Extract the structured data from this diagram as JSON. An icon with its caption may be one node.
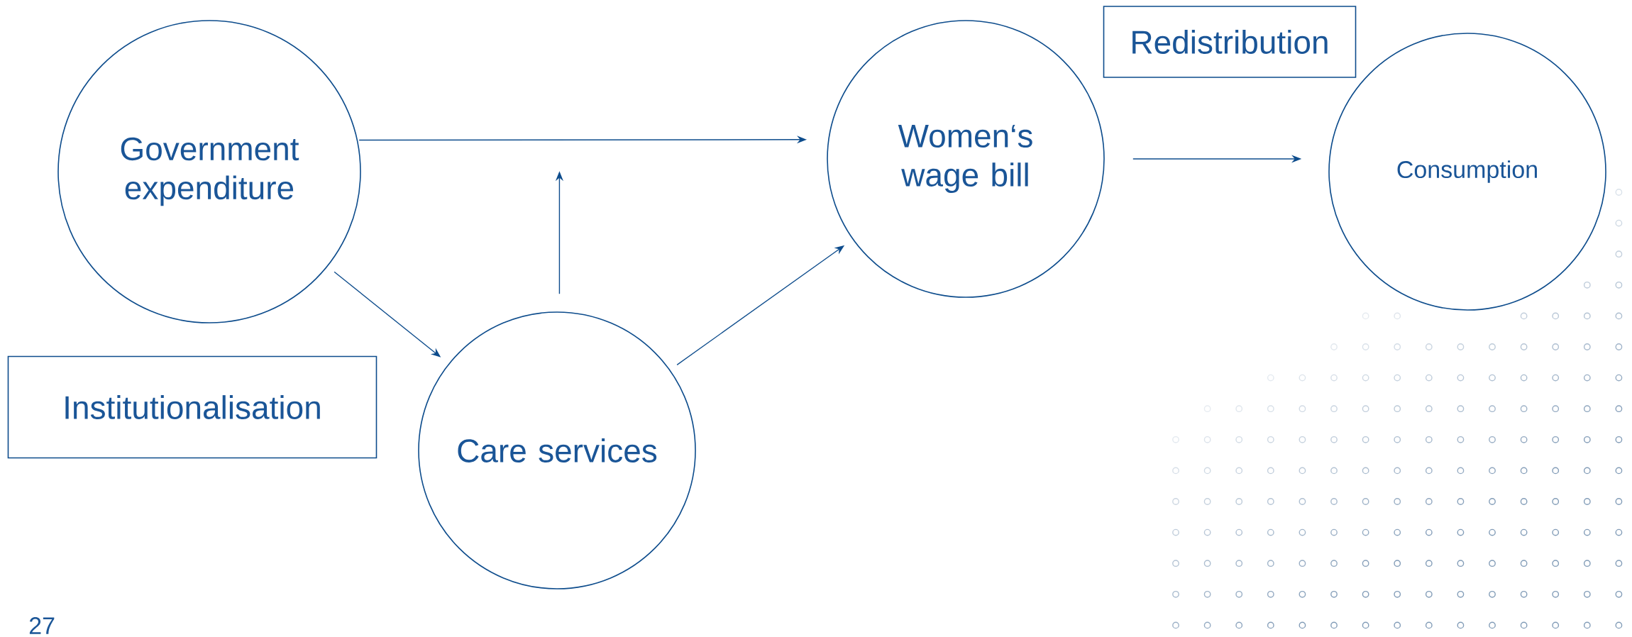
{
  "diagram": {
    "nodes": [
      {
        "text": [
          "Government expenditure"
        ]
      },
      {
        "text": [
          "Women‘s wage bill"
        ]
      },
      {
        "text": [
          "Redistribution"
        ]
      },
      {
        "text": [
          "Consumption"
        ]
      },
      {
        "text": [
          "Institutionalisation"
        ]
      },
      {
        "text": [
          "Care services"
        ]
      }
    ],
    "edges": [
      {
        "from": 0,
        "to": 1,
        "arrow": "to"
      },
      {
        "from": 0,
        "to": 5,
        "arrow": "to"
      },
      {
        "from": 5,
        "to": 1,
        "arrow": "to"
      },
      {
        "from": 5,
        "to": null,
        "arrow": "to"
      },
      {
        "from": 1,
        "to": 3,
        "arrow": "to"
      }
    ],
    "labels": [
      "27"
    ]
  }
}
